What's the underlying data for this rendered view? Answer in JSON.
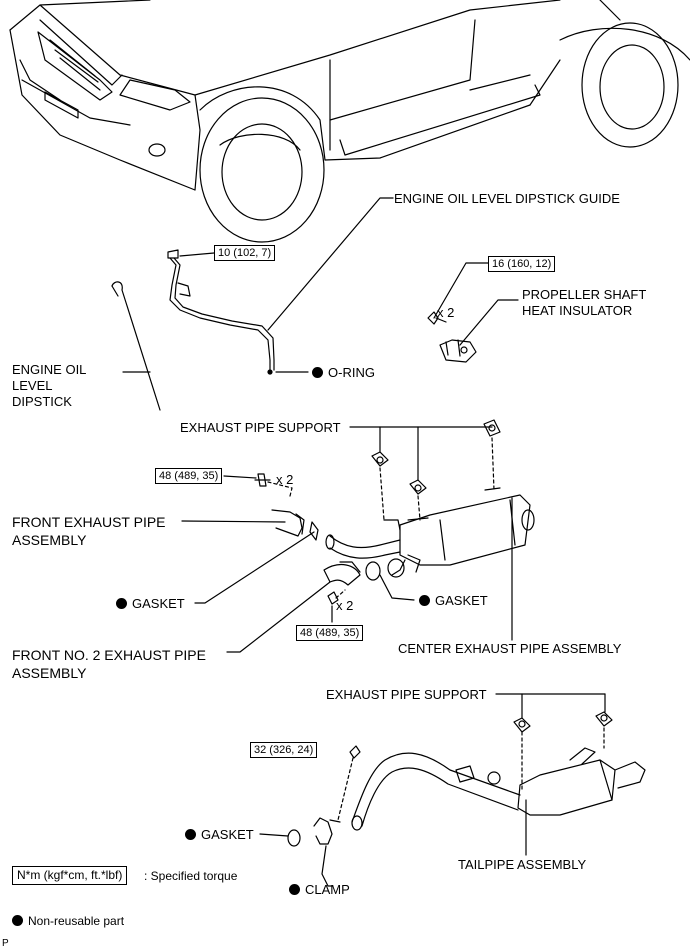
{
  "labels": {
    "dipstick_guide": "ENGINE OIL LEVEL DIPSTICK GUIDE",
    "dipstick_line1": "ENGINE OIL",
    "dipstick_line2": "LEVEL",
    "dipstick_line3": "DIPSTICK",
    "o_ring": "O-RING",
    "prop_line1": "PROPELLER SHAFT",
    "prop_line2": "HEAT INSULATOR",
    "x2_a": "x 2",
    "x2_b": "x 2",
    "x2_c": "x 2",
    "support_upper": "EXHAUST PIPE SUPPORT",
    "front_pipe_line1": "FRONT EXHAUST PIPE",
    "front_pipe_line2": "ASSEMBLY",
    "gasket_left": "GASKET",
    "gasket_right": "GASKET",
    "front2_line1": "FRONT NO. 2 EXHAUST PIPE",
    "front2_line2": "ASSEMBLY",
    "center_pipe": "CENTER EXHAUST PIPE ASSEMBLY",
    "support_lower": "EXHAUST PIPE SUPPORT",
    "gasket_bottom": "GASKET",
    "tailpipe": "TAILPIPE ASSEMBLY",
    "clamp": "CLAMP"
  },
  "torques": {
    "t1": "10 (102, 7)",
    "t2": "16 (160, 12)",
    "t3": "48 (489, 35)",
    "t4": "48 (489, 35)",
    "t5": "32 (326, 24)"
  },
  "legend": {
    "torque_box": "N*m (kgf*cm, ft.*lbf)",
    "torque_text": ": Specified torque",
    "nonreusable": "Non-reusable part"
  },
  "corner_mark": "P",
  "icons": {
    "nonreusable_marker": "filled-circle-icon"
  }
}
